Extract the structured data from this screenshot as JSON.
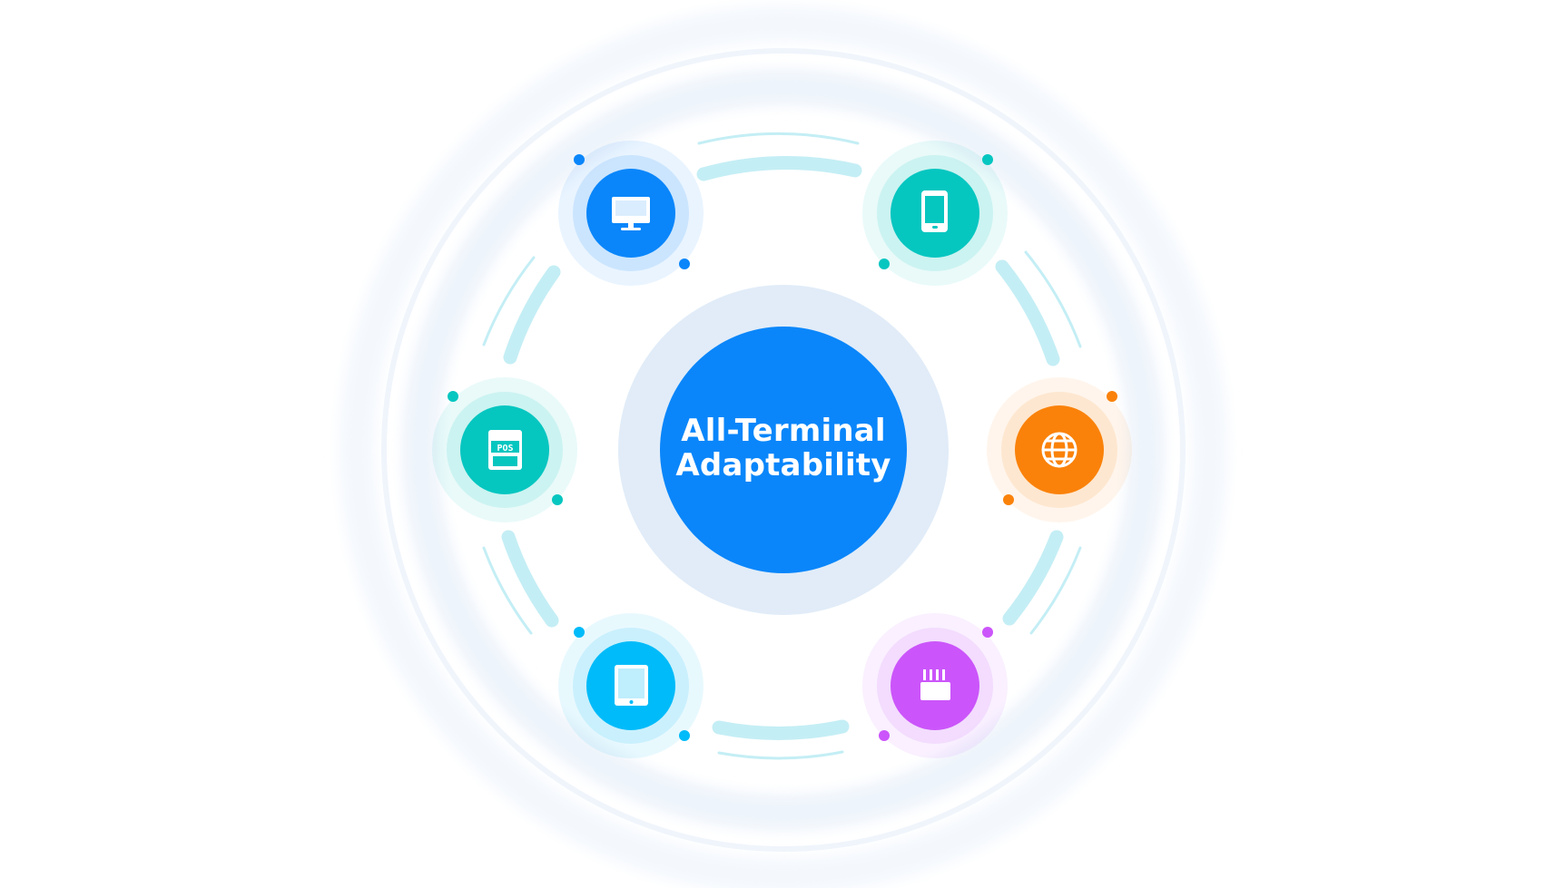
{
  "hub": {
    "title_line1": "All-Terminal",
    "title_line2": "Adaptability",
    "color": "#0a86fa",
    "halo_color": "#e1ecf8"
  },
  "nodes": [
    {
      "id": "desktop",
      "icon": "desktop-monitor-icon",
      "color": "#0a86fa"
    },
    {
      "id": "mobile-phone",
      "icon": "mobile-phone-icon",
      "color": "#06c6c0"
    },
    {
      "id": "web",
      "icon": "globe-icon",
      "color": "#fa820a"
    },
    {
      "id": "smart-device",
      "icon": "smart-device-icon",
      "color": "#cb55fa"
    },
    {
      "id": "tablet",
      "icon": "tablet-icon",
      "color": "#00bbf9"
    },
    {
      "id": "pos-terminal",
      "icon": "pos-terminal-icon",
      "color": "#06c6c0",
      "icon_text": "POS"
    }
  ]
}
